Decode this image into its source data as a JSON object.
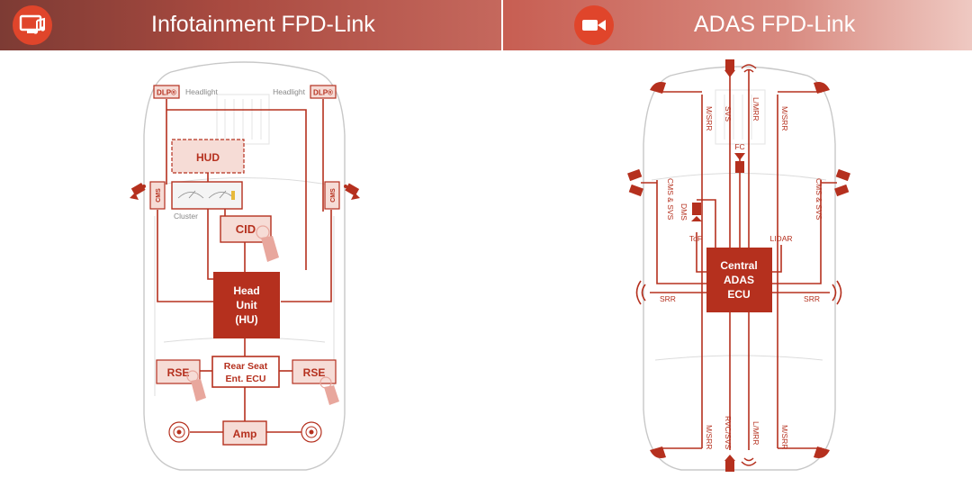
{
  "colors": {
    "accent": "#b5301e",
    "outline": "#bcbcbc",
    "fill_light": "#f6dcd6",
    "icon_bg": "#e0452b"
  },
  "infotainment": {
    "title": "Infotainment FPD-Link",
    "icon": "music-screen-icon",
    "labels": {
      "dlp": "DLP®",
      "headlight": "Headlight",
      "hud": "HUD",
      "cluster": "Cluster",
      "cid": "CID",
      "cms": "CMS",
      "head_unit": [
        "Head",
        "Unit",
        "(HU)"
      ],
      "rse": "RSE",
      "rear_seat": [
        "Rear Seat",
        "Ent. ECU"
      ],
      "amp": "Amp"
    }
  },
  "adas": {
    "title": "ADAS FPD-Link",
    "icon": "video-camera-icon",
    "labels": {
      "central": [
        "Central",
        "ADAS",
        "ECU"
      ],
      "msrr": "M/SRR",
      "svs": "SVS",
      "lmrr": "L/MRR",
      "fc": "FC",
      "cms_svs": "CMS & SVS",
      "dms": "DMS",
      "tof": "ToF",
      "lidar": "LIDAR",
      "srr": "SRR",
      "rvc_svs": "RVC/SVS"
    }
  }
}
